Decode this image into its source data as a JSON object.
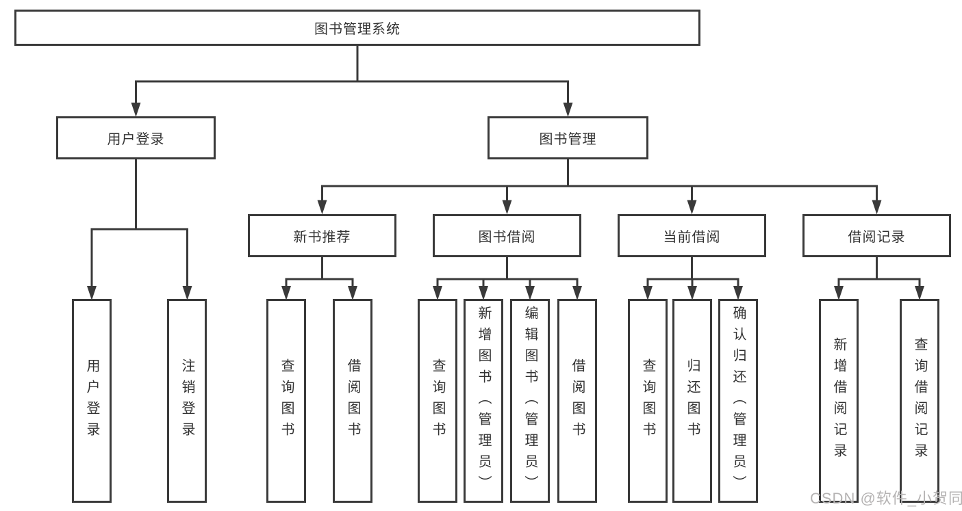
{
  "diagram_title": "图书管理系统",
  "tree": {
    "root": {
      "label": "图书管理系统"
    },
    "user_login": {
      "label": "用户登录",
      "children": [
        {
          "label": "用户登录"
        },
        {
          "label": "注销登录"
        }
      ]
    },
    "book_mgmt": {
      "label": "图书管理",
      "children": [
        {
          "label": "新书推荐",
          "children": [
            {
              "label": "查询图书"
            },
            {
              "label": "借阅图书"
            }
          ]
        },
        {
          "label": "图书借阅",
          "children": [
            {
              "label": "查询图书"
            },
            {
              "label": "新增图书（管理员）"
            },
            {
              "label": "编辑图书（管理员）"
            },
            {
              "label": "借阅图书"
            }
          ]
        },
        {
          "label": "当前借阅",
          "children": [
            {
              "label": "查询图书"
            },
            {
              "label": "归还图书"
            },
            {
              "label": "确认归还（管理员）"
            }
          ]
        },
        {
          "label": "借阅记录",
          "children": [
            {
              "label": "新增借阅记录"
            },
            {
              "label": "查询借阅记录"
            }
          ]
        }
      ]
    }
  },
  "watermark": {
    "text": "CSDN @软件_小贺同学"
  },
  "colors": {
    "line": "#3a3a3a",
    "text": "#333333",
    "watermark": "#b5b3b3",
    "background": "#ffffff"
  }
}
